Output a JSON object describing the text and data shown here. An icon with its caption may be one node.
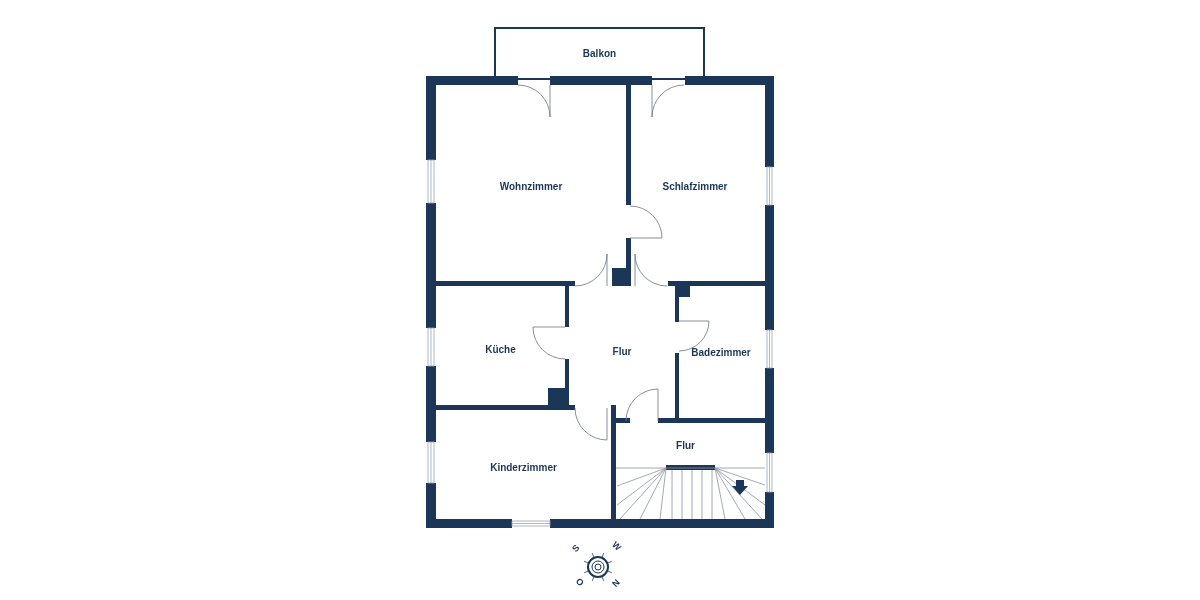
{
  "diagram": {
    "nodes": [
      {
        "text": [
          "Balkon"
        ]
      },
      {
        "text": [
          "Wohnzimmer"
        ]
      },
      {
        "text": [
          "Schlafzimmer"
        ]
      },
      {
        "text": [
          "Küche"
        ]
      },
      {
        "text": [
          "Flur"
        ]
      },
      {
        "text": [
          "Badezimmer"
        ]
      },
      {
        "text": [
          "Flur"
        ]
      },
      {
        "text": [
          "Kinderzimmer"
        ]
      }
    ],
    "labels": [
      "S",
      "W",
      "O",
      "N"
    ]
  }
}
